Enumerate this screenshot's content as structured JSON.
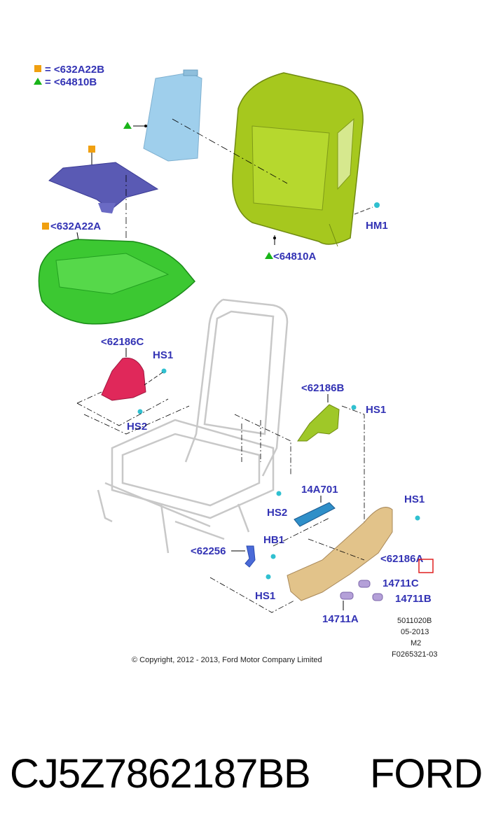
{
  "legend": {
    "items": [
      {
        "symbol": "square",
        "color": "#f0a010",
        "text": "= <632A22B"
      },
      {
        "symbol": "triangle",
        "color": "#19b419",
        "text": "= <64810B"
      }
    ]
  },
  "callouts": {
    "c_632a22a": "<632A22A",
    "c_64810a": "<64810A",
    "c_hm1": "HM1",
    "c_62186c": "<62186C",
    "c_hs1_top": "HS1",
    "c_hs2_left": "HS2",
    "c_62186b": "<62186B",
    "c_hs1_right": "HS1",
    "c_14a701": "14A701",
    "c_hs2_mid": "HS2",
    "c_hs1_lower": "HS1",
    "c_62256": "<62256",
    "c_hb1": "HB1",
    "c_62186a": "<62186A",
    "c_14711c": "14711C",
    "c_hs1_bottom": "HS1",
    "c_14711b": "14711B",
    "c_14711a": "14711A"
  },
  "meta": {
    "ref1": "5011020B",
    "ref2": "05-2013",
    "ref3": "M2",
    "ref4": "F0265321-03"
  },
  "copyright": "© Copyright, 2012 - 2013, Ford Motor Company Limited",
  "footer": {
    "part_number": "CJ5Z7862187BB",
    "brand": "FORD"
  },
  "colors": {
    "accent_text": "#3232b4",
    "seat_back_pad": "#a6c81e",
    "seat_cushion_pad": "#3cc832",
    "insulator": "#9fcfec",
    "heater_mat": "#5a5ab4",
    "shield_c": "#e0285a",
    "shield_b": "#9fc828",
    "trim_a": "#e2c38a",
    "module": "#2f8fc8",
    "handle": "#b4a0d8",
    "bracket": "#4a6ad8",
    "highlight_box": "#e02020"
  }
}
